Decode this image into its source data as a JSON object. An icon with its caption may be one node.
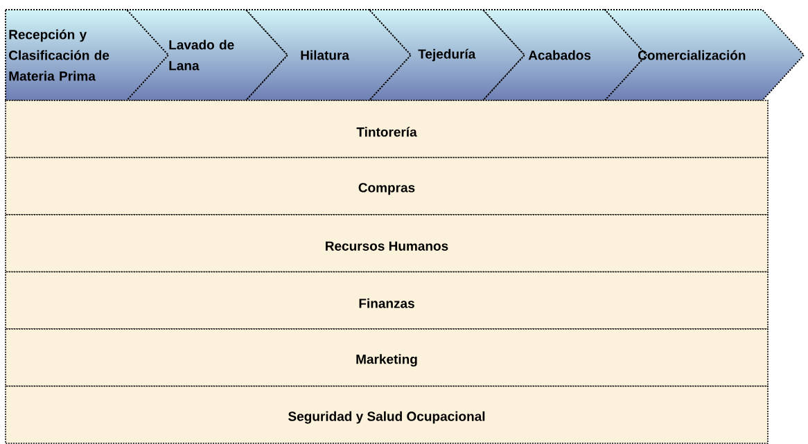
{
  "diagram": {
    "nodes": [
      {
        "text": [
          "Recepción y Clasificación de Materia Prima"
        ]
      },
      {
        "text": [
          "Lavado de Lana"
        ]
      },
      {
        "text": [
          "Hilatura"
        ]
      },
      {
        "text": [
          "Tejeduría"
        ]
      },
      {
        "text": [
          "Acabados"
        ]
      },
      {
        "text": [
          "Comercialización"
        ]
      },
      {
        "text": [
          "Tintorería"
        ]
      },
      {
        "text": [
          "Compras"
        ]
      },
      {
        "text": [
          "Recursos Humanos"
        ]
      },
      {
        "text": [
          "Finanzas"
        ]
      },
      {
        "text": [
          "Marketing"
        ]
      },
      {
        "text": [
          "Seguridad y Salud Ocupacional"
        ]
      }
    ]
  }
}
